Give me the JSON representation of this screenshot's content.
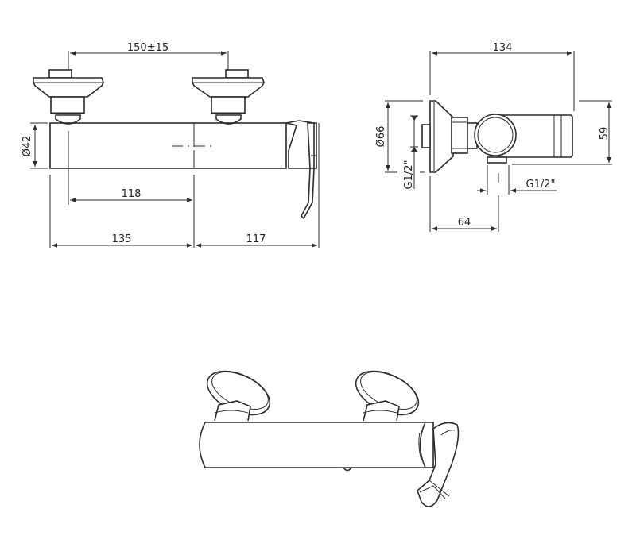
{
  "drawing": {
    "subject": "Wall-mounted shower mixer technical drawing",
    "front_view": {
      "dimensions": {
        "inlet_spacing": "150±15",
        "body_diameter": "Ø42",
        "inlet_to_center": "118",
        "left_to_center": "135",
        "center_to_right": "117"
      }
    },
    "side_view": {
      "dimensions": {
        "depth": "134",
        "flange_diameter": "Ø66",
        "height": "59",
        "inlet_thread": "G1/2\"",
        "outlet_thread": "G1/2\"",
        "wall_to_outlet": "64"
      }
    },
    "perspective_view": {
      "label": ""
    }
  }
}
